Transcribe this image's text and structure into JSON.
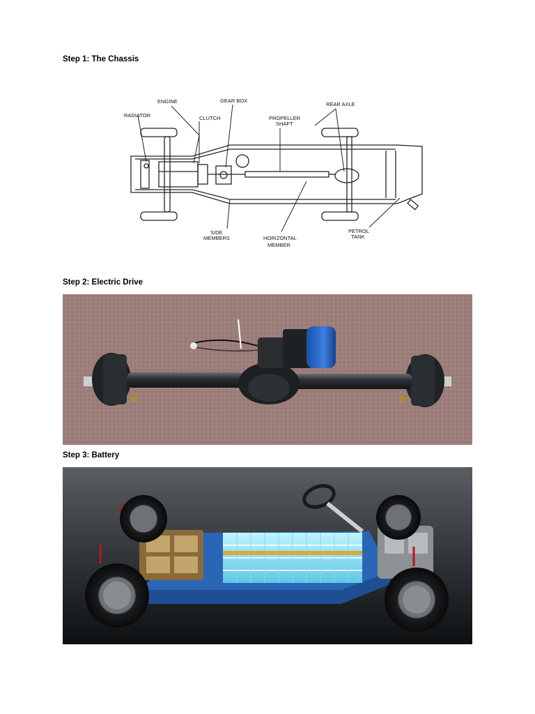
{
  "document": {
    "steps": [
      {
        "heading": "Step 1: The Chassis"
      },
      {
        "heading": "Step 2: Electric Drive"
      },
      {
        "heading": "Step 3: Battery"
      }
    ]
  },
  "chassis_labels": {
    "radiator": "RADIATOR",
    "engine": "ENGINE",
    "clutch": "CLUTCH",
    "gear_box": "GEAR BOX",
    "propeller_shaft_1": "PROPELLER",
    "propeller_shaft_2": "SHAFT",
    "rear_axle": "REAR AXLE",
    "side_members_1": "SIDE",
    "side_members_2": "MEMBERS",
    "horizontal_member_1": "HORIZONTAL",
    "horizontal_member_2": "MEMBER",
    "petrol_tank_1": "PETROL",
    "petrol_tank_2": "TANK"
  }
}
